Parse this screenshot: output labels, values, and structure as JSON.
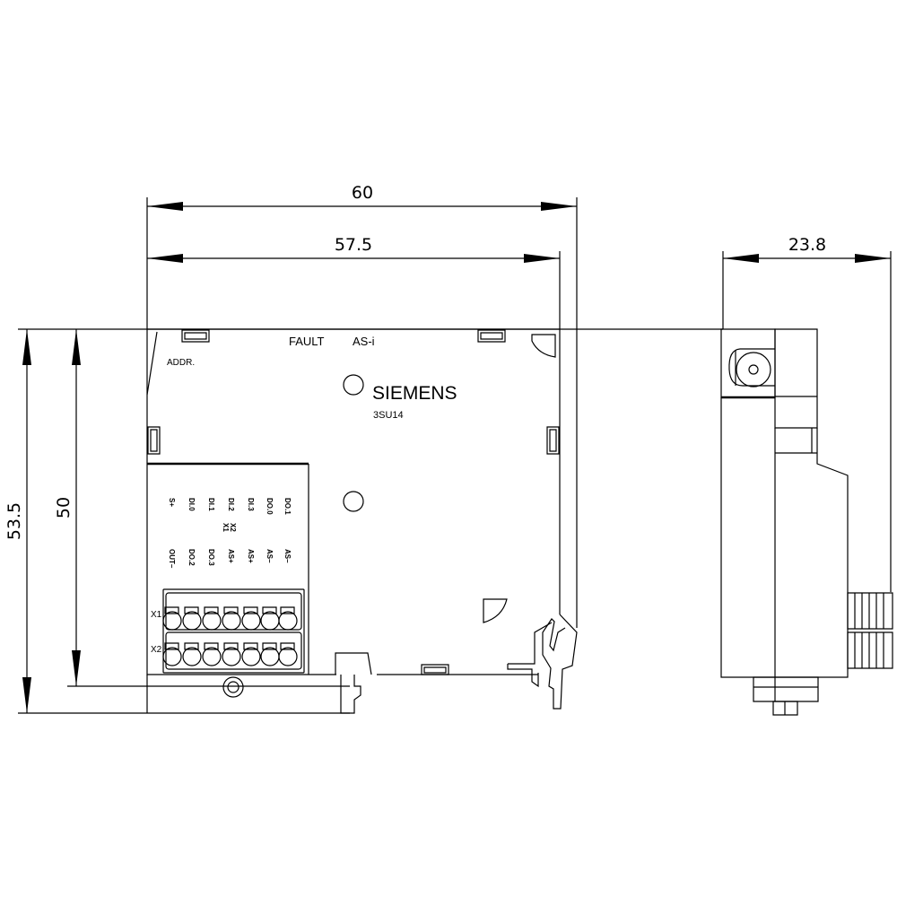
{
  "dimensions": {
    "overall_width": "60",
    "body_width": "57.5",
    "side_depth": "23.8",
    "overall_height": "53.5",
    "body_height": "50"
  },
  "front_view": {
    "led_labels": [
      "FAULT",
      "AS-i"
    ],
    "addr_label": "ADDR.",
    "brand": "SIEMENS",
    "model": "3SU14",
    "terminal_labels_top": [
      "S+",
      "DI.0",
      "DI.1",
      "DI.2",
      "DI.3",
      "DO.0",
      "DO.1"
    ],
    "terminal_labels_bottom": [
      "OUT–",
      "DO.2",
      "DO.3",
      "AS+",
      "AS+",
      "AS–",
      "AS–"
    ],
    "connector_center_label": [
      "X1",
      "X2"
    ],
    "rows": [
      "X1",
      "X2"
    ]
  },
  "colors": {
    "line": "#000000",
    "background": "#ffffff"
  }
}
